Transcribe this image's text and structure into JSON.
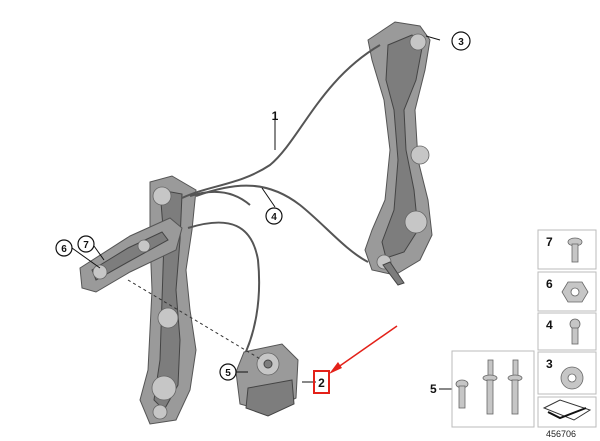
{
  "callouts": {
    "c1": "1",
    "c2": "2",
    "c3": "3",
    "c4": "4",
    "c5": "5",
    "c6": "6",
    "c7": "7"
  },
  "legend": {
    "items": [
      "7",
      "6",
      "4",
      "3"
    ],
    "group_label": "5"
  },
  "document_number": "456706",
  "colors": {
    "highlight": "#e32119",
    "part_gray": "#9a9a9a",
    "line": "#111111"
  }
}
